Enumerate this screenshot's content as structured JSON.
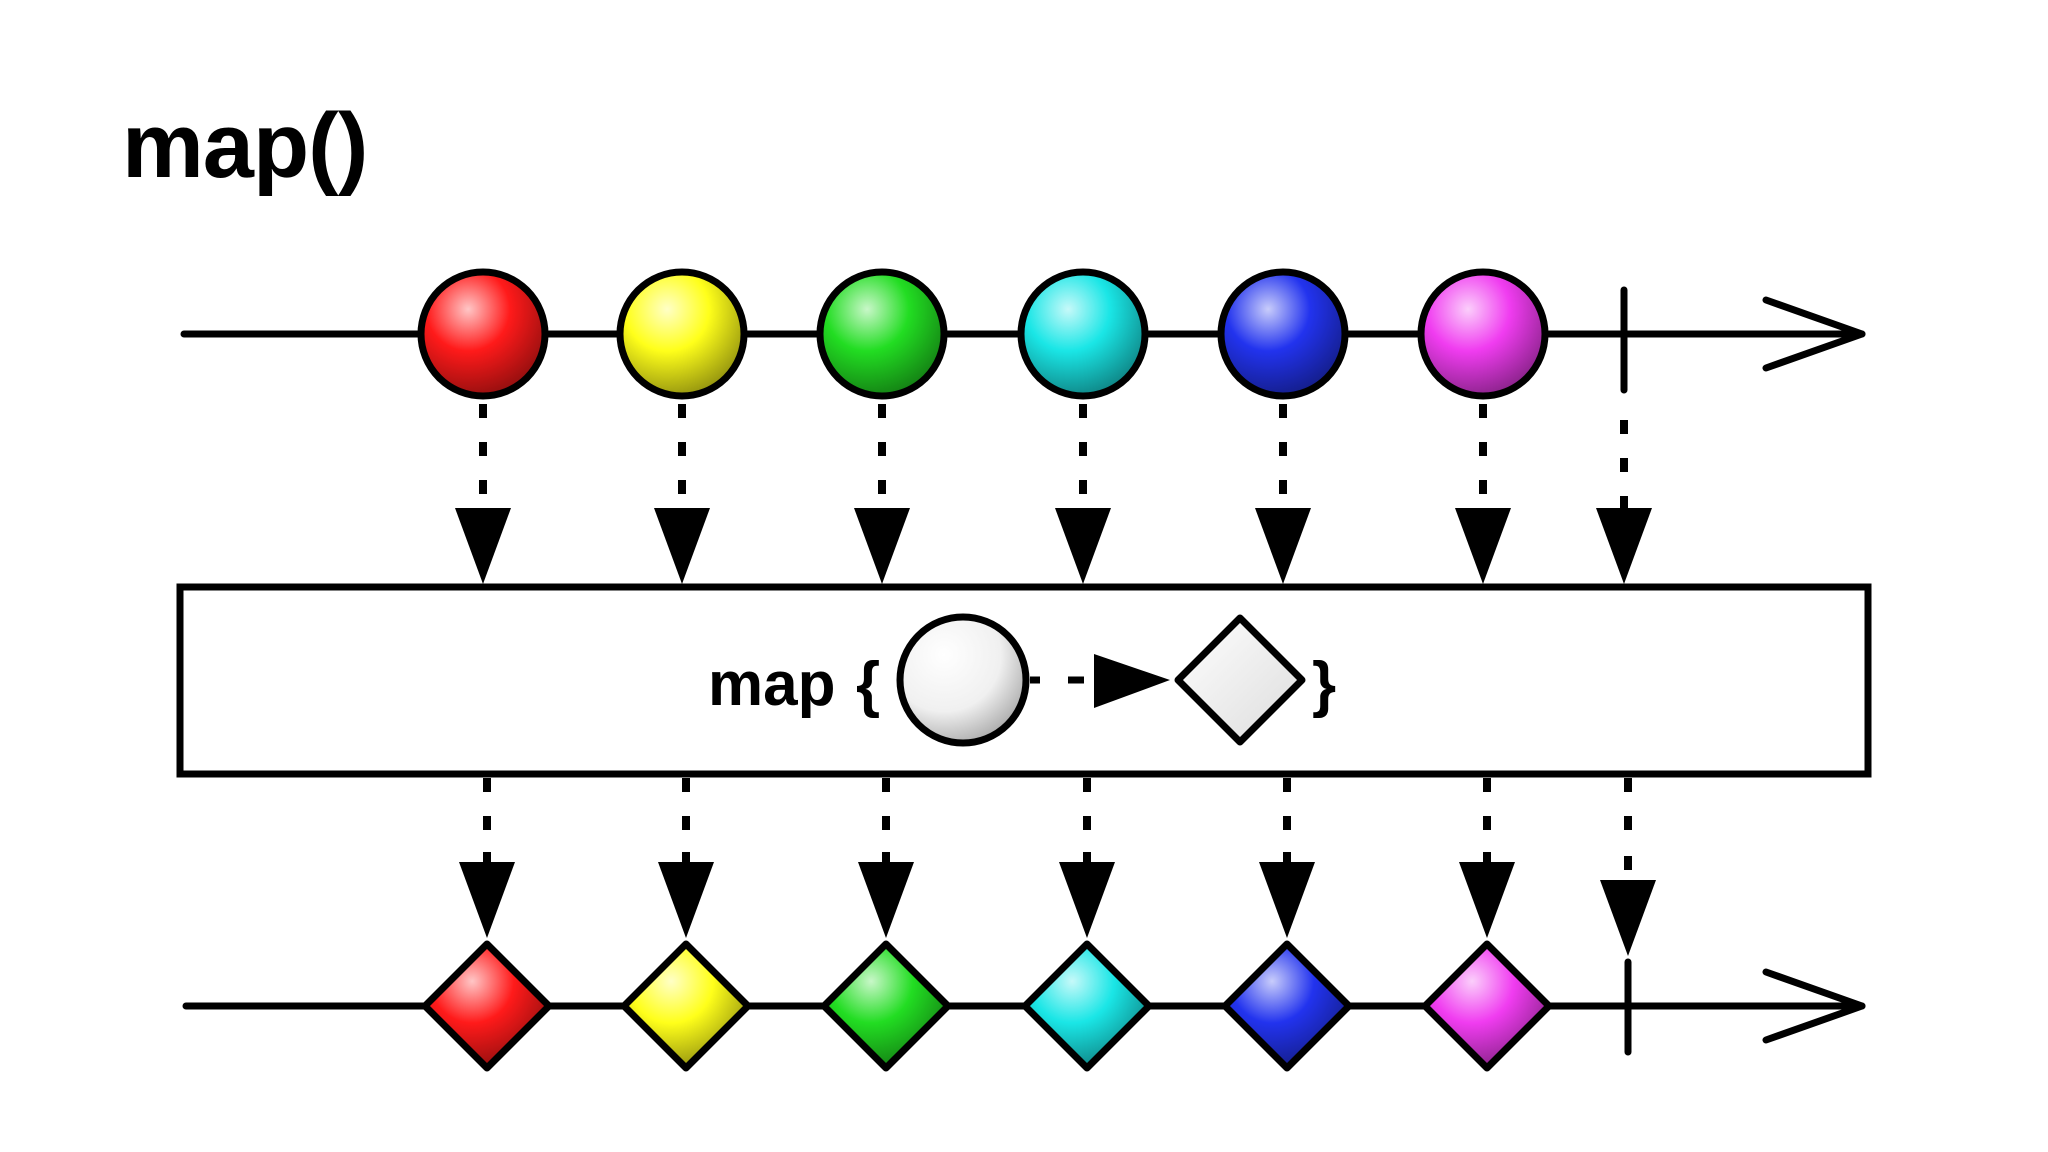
{
  "title": "map()",
  "operator": {
    "keyword": "map",
    "open_brace": "{",
    "close_brace": "}",
    "input_shape": "circle",
    "output_shape": "diamond"
  },
  "input_stream": {
    "marble_shape": "circle",
    "marbles": [
      {
        "color": "#ff1a1a"
      },
      {
        "color": "#ffff1a"
      },
      {
        "color": "#22dd22"
      },
      {
        "color": "#1ae6e6"
      },
      {
        "color": "#2233ee"
      },
      {
        "color": "#f03cf0"
      }
    ],
    "completes": true
  },
  "output_stream": {
    "marble_shape": "diamond",
    "marbles": [
      {
        "color": "#ff1a1a"
      },
      {
        "color": "#ffff1a"
      },
      {
        "color": "#22dd22"
      },
      {
        "color": "#1ae6e6"
      },
      {
        "color": "#2233ee"
      },
      {
        "color": "#f03cf0"
      }
    ],
    "completes": true
  }
}
